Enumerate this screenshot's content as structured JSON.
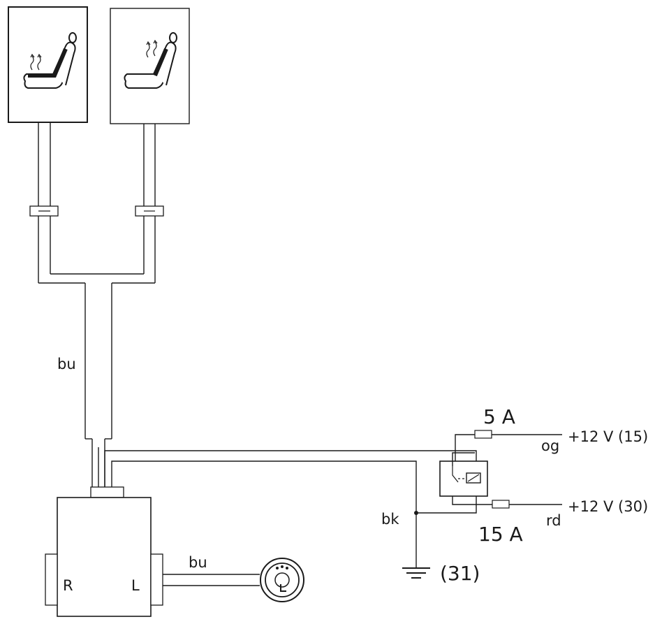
{
  "labels": {
    "wire_bu_main": "bu",
    "wire_bu_side": "bu",
    "wire_bk": "bk",
    "wire_og": "og",
    "wire_rd": "rd",
    "fuse_5a": "5 A",
    "fuse_15a": "15 A",
    "supply_15": "+12 V (15)",
    "supply_30": "+12 V (30)",
    "ground_31": "(31)",
    "side_r": "R",
    "side_l": "L"
  },
  "icons": {
    "seat_heater_left": "seat-heater-icon",
    "seat_heater_right": "seat-heater-icon",
    "control_knob": "control-knob-icon",
    "relay": "relay-icon",
    "ground": "ground-icon"
  }
}
